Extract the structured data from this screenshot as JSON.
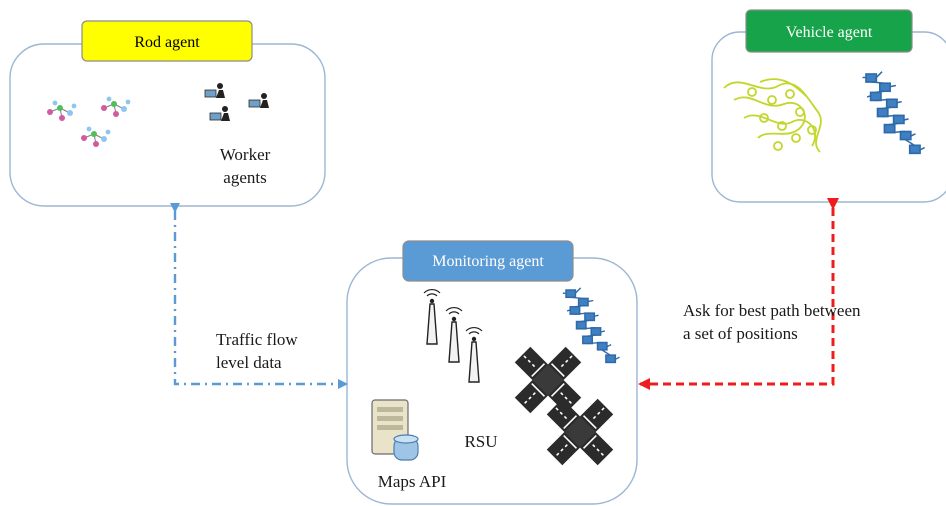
{
  "agents": {
    "rod": {
      "label": "Rod agent",
      "tab_color": "#ffff00",
      "tab_text_color": "#000000"
    },
    "vehicle": {
      "label": "Vehicle agent",
      "tab_color": "#16a34a",
      "tab_text_color": "#ffffff"
    },
    "monitoring": {
      "label": "Monitoring agent",
      "tab_color": "#5b9bd5",
      "tab_text_color": "#ffffff"
    }
  },
  "labels": {
    "worker_line1": "Worker",
    "worker_line2": "agents",
    "traffic_line1": "Traffic flow",
    "traffic_line2": "level data",
    "ask_line1": "Ask for best path between",
    "ask_line2": "a set of positions",
    "rsu": "RSU",
    "maps_api": "Maps API"
  },
  "colors": {
    "box_border": "#9bb7d4",
    "blue_arrow": "#5b9bd5",
    "red_arrow": "#ee1c1c"
  },
  "icons": {
    "rod_graphs": "network-graph-icon",
    "workers": "worker-agents-icon",
    "yellow_graph": "tangled-graph-icon",
    "blue_graph": "blue-graph-icon",
    "antennas": "antenna-towers-icon",
    "server": "server-icon",
    "intersections": "road-intersection-icon"
  }
}
